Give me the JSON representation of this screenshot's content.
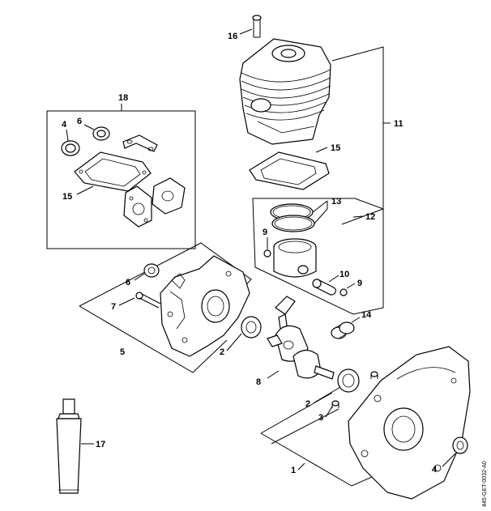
{
  "diagram": {
    "type": "exploded-parts-view",
    "callouts": [
      "1",
      "2",
      "2",
      "3",
      "4",
      "4",
      "5",
      "6",
      "6",
      "7",
      "8",
      "9",
      "9",
      "10",
      "11",
      "12",
      "13",
      "14",
      "15",
      "15",
      "16",
      "17",
      "18"
    ],
    "labels": {
      "c1": "1",
      "c2a": "2",
      "c2b": "2",
      "c3": "3",
      "c4a": "4",
      "c4b": "4",
      "c5": "5",
      "c6a": "6",
      "c6b": "6",
      "c7": "7",
      "c8": "8",
      "c9a": "9",
      "c9b": "9",
      "c10": "10",
      "c11": "11",
      "c12": "12",
      "c13": "13",
      "c14": "14",
      "c15a": "15",
      "c15b": "15",
      "c16": "16",
      "c17": "17",
      "c18": "18"
    },
    "drawing_code": "445-GET-0032-A0"
  }
}
